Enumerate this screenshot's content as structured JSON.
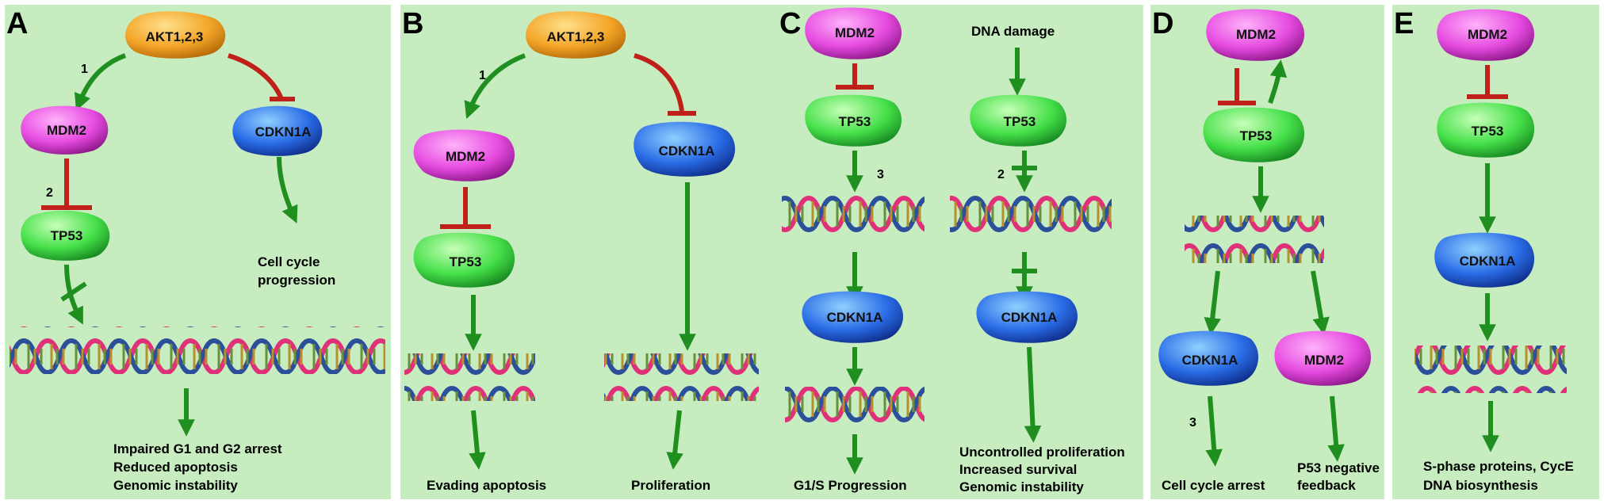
{
  "panels": {
    "A": {
      "letter": "A",
      "akt": "AKT1,2,3",
      "mdm2": "MDM2",
      "cdkn1a": "CDKN1A",
      "tp53": "TP53",
      "step1": "1",
      "step2": "2",
      "cell_cycle_1": "Cell cycle",
      "cell_cycle_2": "progression",
      "outcome_1": "Impaired G1 and G2 arrest",
      "outcome_2": "Reduced apoptosis",
      "outcome_3": "Genomic instability"
    },
    "B": {
      "letter": "B",
      "akt": "AKT1,2,3",
      "mdm2": "MDM2",
      "cdkn1a": "CDKN1A",
      "tp53": "TP53",
      "step1": "1",
      "left_outcome": "Evading apoptosis",
      "right_outcome": "Proliferation"
    },
    "C": {
      "letter": "C",
      "mdm2": "MDM2",
      "tp53_left": "TP53",
      "cdkn1a_left": "CDKN1A",
      "step3": "3",
      "dna_damage": "DNA damage",
      "tp53_right": "TP53",
      "step2": "2",
      "cdkn1a_right": "CDKN1A",
      "left_outcome": "G1/S Progression",
      "right_outcome_1": "Uncontrolled proliferation",
      "right_outcome_2": "Increased survival",
      "right_outcome_3": "Genomic instability"
    },
    "D": {
      "letter": "D",
      "mdm2_top": "MDM2",
      "tp53": "TP53",
      "cdkn1a": "CDKN1A",
      "mdm2_bottom": "MDM2",
      "step3": "3",
      "left_outcome": "Cell cycle arrest",
      "right_outcome_1": "P53 negative",
      "right_outcome_2": "feedback"
    },
    "E": {
      "letter": "E",
      "mdm2": "MDM2",
      "tp53": "TP53",
      "cdkn1a": "CDKN1A",
      "outcome_1": "S-phase proteins, CycE",
      "outcome_2": "DNA biosynthesis"
    }
  },
  "colors": {
    "panel_bg": "#c6ecc0",
    "activation_arrow": "#1f8f1f",
    "inhibition": "#c0201a",
    "akt": "#f3a528",
    "mdm2": "#e64be0",
    "cdkn1a": "#2a6ce6",
    "tp53": "#46e04a",
    "dna_pink": "#e0307a",
    "dna_blue": "#2c4f9a",
    "dna_rung": "#b8902a"
  }
}
